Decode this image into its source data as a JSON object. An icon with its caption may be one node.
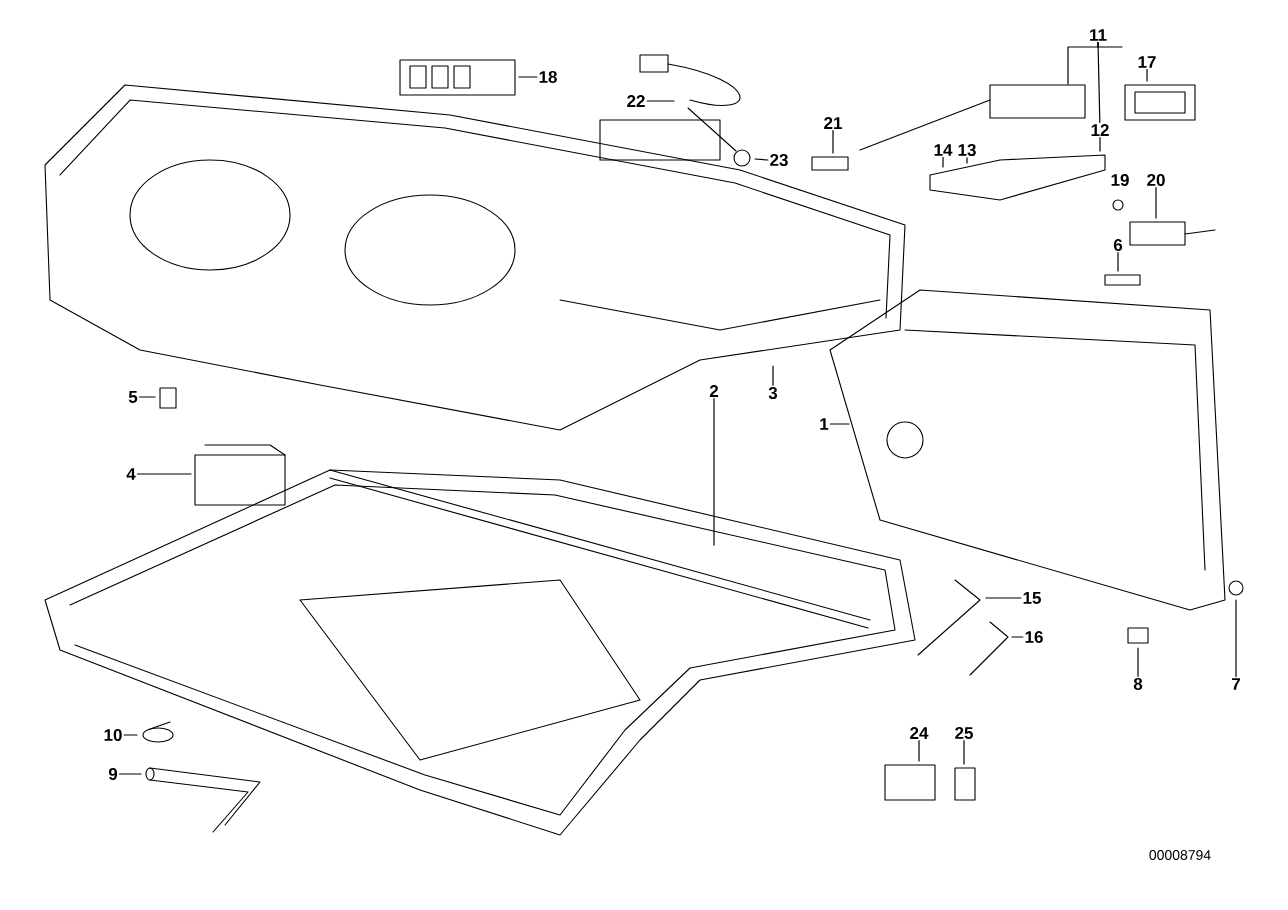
{
  "diagram": {
    "nodes": [
      {
        "text": [
          "11"
        ]
      },
      {
        "text": [
          "17"
        ]
      },
      {
        "text": [
          "18"
        ]
      },
      {
        "text": [
          "22"
        ]
      },
      {
        "text": [
          "21"
        ]
      },
      {
        "text": [
          "12"
        ]
      },
      {
        "text": [
          "14"
        ]
      },
      {
        "text": [
          "13"
        ]
      },
      {
        "text": [
          "23"
        ]
      },
      {
        "text": [
          "20"
        ]
      },
      {
        "text": [
          "6"
        ]
      },
      {
        "text": [
          "5"
        ]
      },
      {
        "text": [
          "3"
        ]
      },
      {
        "text": [
          "2"
        ]
      },
      {
        "text": [
          "1"
        ]
      },
      {
        "text": [
          "4"
        ]
      },
      {
        "text": [
          "15"
        ]
      },
      {
        "text": [
          "16"
        ]
      },
      {
        "text": [
          "8"
        ]
      },
      {
        "text": [
          "7"
        ]
      },
      {
        "text": [
          "24"
        ]
      },
      {
        "text": [
          "25"
        ]
      },
      {
        "text": [
          "10"
        ]
      },
      {
        "text": [
          "9"
        ]
      }
    ],
    "edges": [
      {
        "from": 0,
        "to": null,
        "arrow": "none"
      },
      {
        "from": 0,
        "to": 5,
        "arrow": "none"
      },
      {
        "from": 0,
        "to": null,
        "arrow": "none"
      },
      {
        "from": 1,
        "to": null,
        "arrow": "none"
      },
      {
        "from": 2,
        "to": null,
        "arrow": "none"
      },
      {
        "from": 3,
        "to": null,
        "arrow": "none"
      },
      {
        "from": 4,
        "to": null,
        "arrow": "none"
      },
      {
        "from": 5,
        "to": null,
        "arrow": "none"
      },
      {
        "from": 6,
        "to": null,
        "arrow": "none"
      },
      {
        "from": 7,
        "to": null,
        "arrow": "none"
      },
      {
        "from": 8,
        "to": null,
        "arrow": "none"
      },
      {
        "from": 9,
        "to": null,
        "arrow": "none"
      },
      {
        "from": 10,
        "to": null,
        "arrow": "none"
      },
      {
        "from": 11,
        "to": null,
        "arrow": "none"
      },
      {
        "from": 12,
        "to": null,
        "arrow": "none"
      },
      {
        "from": 13,
        "to": null,
        "arrow": "none"
      },
      {
        "from": 14,
        "to": null,
        "arrow": "none"
      },
      {
        "from": 15,
        "to": null,
        "arrow": "none"
      },
      {
        "from": 16,
        "to": null,
        "arrow": "none"
      },
      {
        "from": 17,
        "to": null,
        "arrow": "none"
      },
      {
        "from": 18,
        "to": null,
        "arrow": "none"
      },
      {
        "from": 19,
        "to": null,
        "arrow": "none"
      },
      {
        "from": 20,
        "to": null,
        "arrow": "none"
      },
      {
        "from": 21,
        "to": null,
        "arrow": "none"
      },
      {
        "from": 22,
        "to": null,
        "arrow": "none"
      },
      {
        "from": 23,
        "to": null,
        "arrow": "none"
      }
    ],
    "labels": [
      "19",
      "00008794"
    ]
  }
}
